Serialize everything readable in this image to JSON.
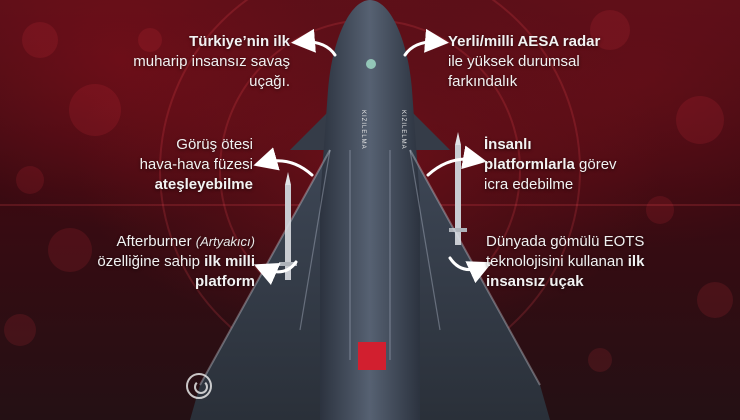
{
  "labels": {
    "tl": {
      "bold1": "Türkiye’nin ilk",
      "line2": "muharip insansız savaş",
      "line3": "uçağı."
    },
    "tr": {
      "bold1": "Yerli/milli AESA radar",
      "line2": "ile yüksek durumsal",
      "line3": "farkındalık"
    },
    "ml": {
      "line1": "Görüş ötesi",
      "line2": "hava-hava füzesi",
      "bold3": "ateşleyebilme"
    },
    "mr": {
      "bold1": "İnsanlı",
      "bold2": "platformlarla",
      "rest2": " görev",
      "line3": "icra edebilme"
    },
    "bl": {
      "line1": "Afterburner ",
      "italic1": "(Artyakıcı)",
      "line2a": "özelliğine sahip ",
      "bold2": "ilk milli",
      "bold3": "platform"
    },
    "br": {
      "line1": "Dünyada gömülü EOTS",
      "line2a": "teknolojisini kullanan ",
      "bold2": "ilk",
      "bold3": "insansız uçak"
    }
  },
  "aircraft": {
    "fuselage_text_1": "KIZILELMA",
    "fuselage_text_2": "KIZILELMA"
  },
  "colors": {
    "accent_red": "#d21f2f",
    "label_text": "#f2f2f2",
    "jet_body": "#4b5566"
  }
}
